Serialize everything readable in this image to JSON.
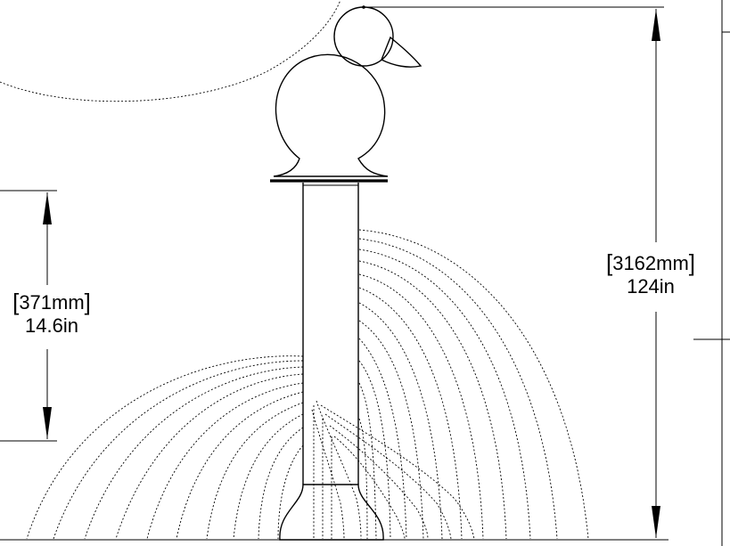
{
  "dimensions": {
    "left": {
      "metric": "371mm",
      "imperial": "14.6in"
    },
    "right": {
      "metric": "3162mm",
      "imperial": "124in"
    }
  }
}
